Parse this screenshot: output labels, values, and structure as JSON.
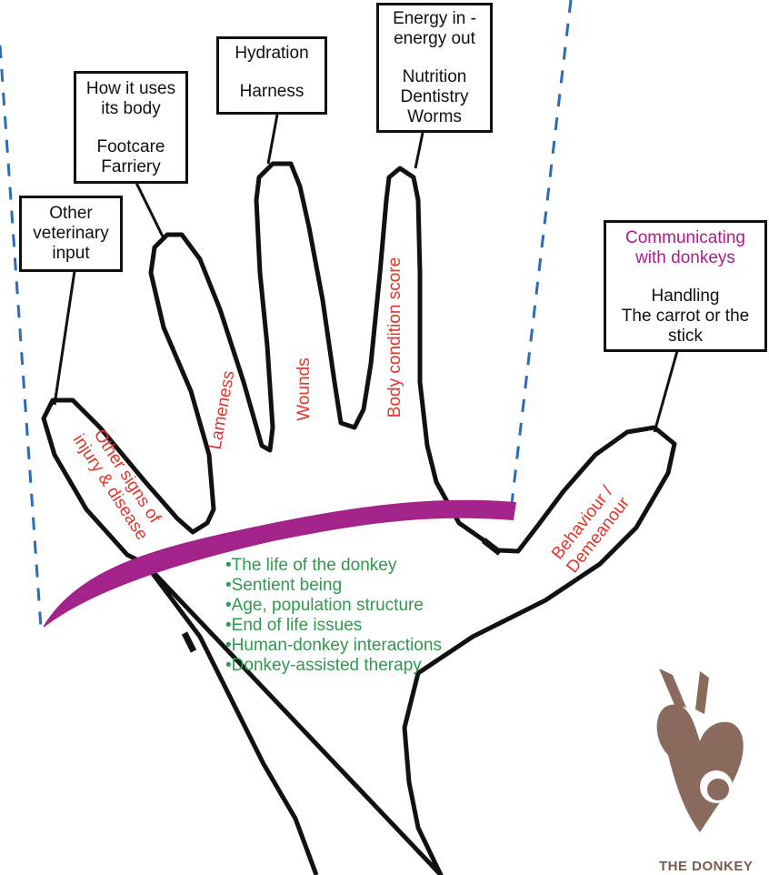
{
  "boxes": {
    "other_vet": [
      "Other",
      "veterinary",
      "input"
    ],
    "body_use": {
      "top": [
        "How it uses",
        "its body"
      ],
      "bottom": [
        "Footcare",
        "Farriery"
      ]
    },
    "hydration": [
      "Hydration",
      "Harness"
    ],
    "energy": {
      "top": [
        "Energy in -",
        "energy out"
      ],
      "bottom": [
        "Nutrition",
        "Dentistry",
        "Worms"
      ]
    },
    "communicating": {
      "title": [
        "Communicating",
        "with donkeys"
      ],
      "bottom": [
        "Handling",
        "The carrot or the",
        "stick"
      ]
    }
  },
  "fingers": {
    "thumb_side": [
      "Other signs of",
      "injury & disease"
    ],
    "lameness": "Lameness",
    "wounds": "Wounds",
    "body_condition": "Body condition score",
    "behaviour": [
      "Behaviour /",
      "Demeanour"
    ]
  },
  "palm_items": [
    "The life of the donkey",
    "Sentient being",
    "Age, population structure",
    "End of life issues",
    "Human-donkey interactions",
    "Donkey-assisted therapy"
  ],
  "logo": {
    "icon": "donkey-heart-logo-icon",
    "text": "THE DONKEY"
  },
  "colors": {
    "band": "#a3238a",
    "dash": "#2a6cb8",
    "finger_text": "#e0362c",
    "palm_text": "#2e9a4e",
    "accent": "#b01a8c"
  }
}
